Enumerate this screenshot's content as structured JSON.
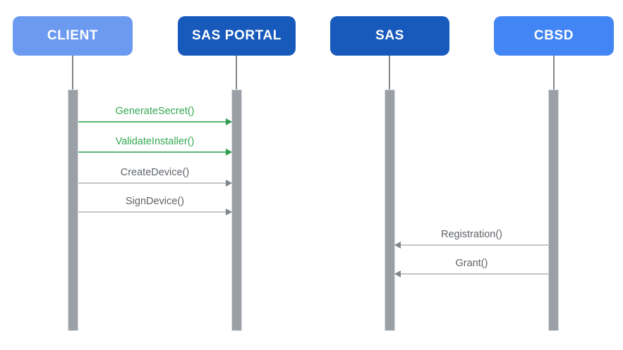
{
  "diagram": {
    "type": "sequence-diagram",
    "actors": [
      {
        "id": "client",
        "label": "CLIENT",
        "color": "#6C9AF0"
      },
      {
        "id": "sas-portal",
        "label": "SAS PORTAL",
        "color": "#185ABC"
      },
      {
        "id": "sas",
        "label": "SAS",
        "color": "#185ABC"
      },
      {
        "id": "cbsd",
        "label": "CBSD",
        "color": "#4285F4"
      }
    ],
    "messages": [
      {
        "label": "GenerateSecret()",
        "from": "client",
        "to": "sas-portal",
        "direction": "right",
        "style": "green"
      },
      {
        "label": "ValidateInstaller()",
        "from": "client",
        "to": "sas-portal",
        "direction": "right",
        "style": "green"
      },
      {
        "label": "CreateDevice()",
        "from": "client",
        "to": "sas-portal",
        "direction": "right",
        "style": "gray"
      },
      {
        "label": "SignDevice()",
        "from": "client",
        "to": "sas-portal",
        "direction": "right",
        "style": "gray"
      },
      {
        "label": "Registration()",
        "from": "cbsd",
        "to": "sas",
        "direction": "left",
        "style": "gray"
      },
      {
        "label": "Grant()",
        "from": "cbsd",
        "to": "sas",
        "direction": "left",
        "style": "gray"
      }
    ],
    "colors": {
      "client_blue": "#6C9AF0",
      "cbsd_blue": "#4285F4",
      "dark_blue": "#185ABC",
      "green_text": "#34A853",
      "green_line": "#5BB974",
      "green_head": "#2E9E4E",
      "gray_text": "#5F6368",
      "gray_line": "#C4C7CA",
      "gray_head": "#80868B",
      "activation_bar": "#9AA0A6",
      "lifeline": "#7F858B"
    }
  }
}
